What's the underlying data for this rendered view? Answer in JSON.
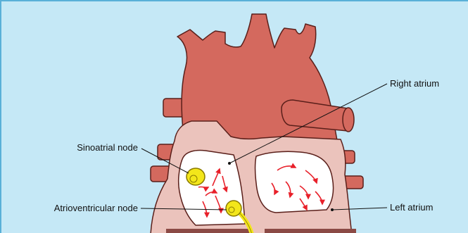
{
  "colors": {
    "background": "#c5e8f6",
    "frame": "#5ab0d8",
    "heart_muscle": "#d4695e",
    "heart_outline": "#5a1f1a",
    "atria_wall": "#ebc3bc",
    "chamber": "#ffffff",
    "node_fill": "#f3e61a",
    "node_outline": "#8a7a00",
    "flow_arrows": "#e8202a",
    "septum_band": "#8b4a45"
  },
  "labels": {
    "right_atrium": "Right atrium",
    "sinoatrial_node": "Sinoatrial node",
    "atrioventricular_node": "Atrioventricular node",
    "left_atrium": "Left atrium"
  }
}
